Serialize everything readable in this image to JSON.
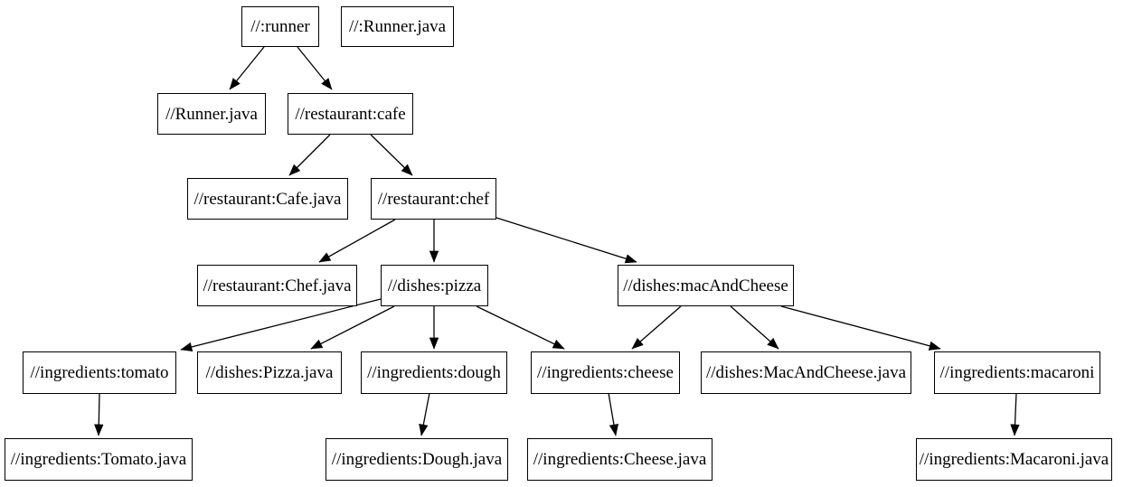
{
  "diagram": {
    "type": "dependency-graph",
    "style": "graphviz-digraph",
    "colors": {
      "background": "#ffffff",
      "node_border": "#000000",
      "node_fill": "#ffffff",
      "text": "#000000",
      "edge": "#000000"
    },
    "nodes": [
      {
        "id": "runner",
        "label": "//:runner"
      },
      {
        "id": "runner-java-src",
        "label": "//:Runner.java"
      },
      {
        "id": "runner-java",
        "label": "//Runner.java"
      },
      {
        "id": "cafe",
        "label": "//restaurant:cafe"
      },
      {
        "id": "cafe-java",
        "label": "//restaurant:Cafe.java"
      },
      {
        "id": "chef",
        "label": "//restaurant:chef"
      },
      {
        "id": "chef-java",
        "label": "//restaurant:Chef.java"
      },
      {
        "id": "pizza",
        "label": "//dishes:pizza"
      },
      {
        "id": "mac-and-cheese",
        "label": "//dishes:macAndCheese"
      },
      {
        "id": "tomato",
        "label": "//ingredients:tomato"
      },
      {
        "id": "pizza-java",
        "label": "//dishes:Pizza.java"
      },
      {
        "id": "dough",
        "label": "//ingredients:dough"
      },
      {
        "id": "cheese",
        "label": "//ingredients:cheese"
      },
      {
        "id": "mac-and-cheese-java",
        "label": "//dishes:MacAndCheese.java"
      },
      {
        "id": "macaroni",
        "label": "//ingredients:macaroni"
      },
      {
        "id": "tomato-java",
        "label": "//ingredients:Tomato.java"
      },
      {
        "id": "dough-java",
        "label": "//ingredients:Dough.java"
      },
      {
        "id": "cheese-java",
        "label": "//ingredients:Cheese.java"
      },
      {
        "id": "macaroni-java",
        "label": "//ingredients:Macaroni.java"
      }
    ],
    "edges": [
      {
        "from": "runner",
        "to": "runner-java"
      },
      {
        "from": "runner",
        "to": "cafe"
      },
      {
        "from": "cafe",
        "to": "cafe-java"
      },
      {
        "from": "cafe",
        "to": "chef"
      },
      {
        "from": "chef",
        "to": "chef-java"
      },
      {
        "from": "chef",
        "to": "pizza"
      },
      {
        "from": "chef",
        "to": "mac-and-cheese"
      },
      {
        "from": "pizza",
        "to": "tomato"
      },
      {
        "from": "pizza",
        "to": "pizza-java"
      },
      {
        "from": "pizza",
        "to": "dough"
      },
      {
        "from": "pizza",
        "to": "cheese"
      },
      {
        "from": "mac-and-cheese",
        "to": "cheese"
      },
      {
        "from": "mac-and-cheese",
        "to": "mac-and-cheese-java"
      },
      {
        "from": "mac-and-cheese",
        "to": "macaroni"
      },
      {
        "from": "tomato",
        "to": "tomato-java"
      },
      {
        "from": "dough",
        "to": "dough-java"
      },
      {
        "from": "cheese",
        "to": "cheese-java"
      },
      {
        "from": "macaroni",
        "to": "macaroni-java"
      }
    ]
  }
}
